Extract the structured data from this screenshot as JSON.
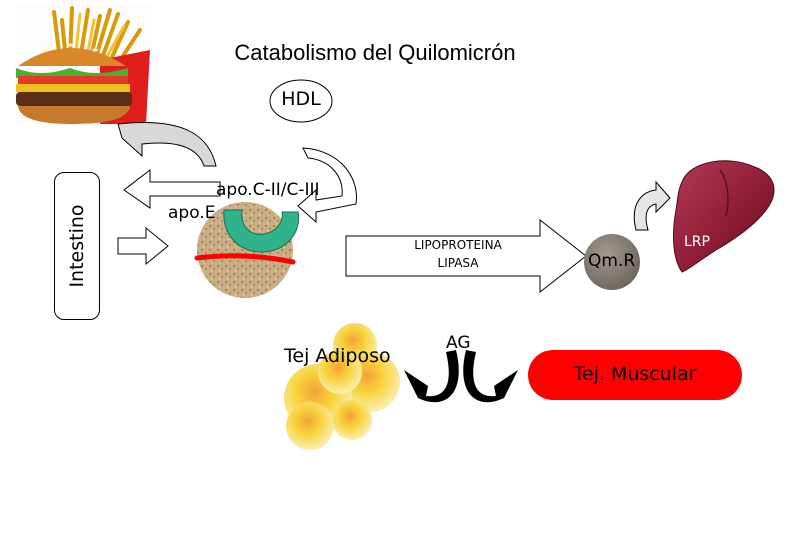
{
  "title": "Catabolismo del Quilomicrón",
  "labels": {
    "hdl": "HDL",
    "intestino": "Intestino",
    "apo_c": "apo.C-II/C-III",
    "apo_e": "apo.E",
    "lipoproteina_line1": "LIPOPROTEINA",
    "lipoproteina_line2": "LIPASA",
    "qmr": "Qm.R",
    "lrp": "LRP",
    "tej_adiposo": "Tej Adiposo",
    "ag": "AG",
    "tej_muscular": "Tej. Muscular"
  },
  "colors": {
    "red": "#ff0000",
    "teal": "#2fb38a",
    "liver": "#8b1a34",
    "fat": "#f7d23a",
    "granule": "#b89a72",
    "remnant": "#8a8378"
  },
  "icons": {
    "food": "burger-fries-icon",
    "liver": "liver-icon"
  }
}
